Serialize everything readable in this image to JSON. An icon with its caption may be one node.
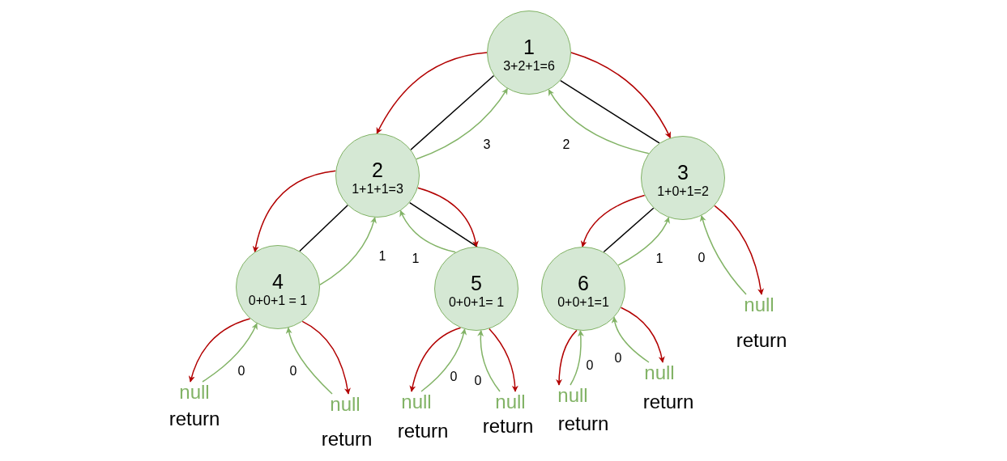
{
  "diagram": {
    "nodes": [
      {
        "text": [
          "1",
          "3+2+1=6"
        ]
      },
      {
        "text": [
          "2",
          "1+1+1=3"
        ]
      },
      {
        "text": [
          "3",
          "1+0+1=2"
        ]
      },
      {
        "text": [
          "4",
          "0+0+1 = 1"
        ]
      },
      {
        "text": [
          "5",
          "0+0+1= 1"
        ]
      },
      {
        "text": [
          "6",
          "0+0+1=1"
        ]
      },
      {
        "text": [
          "null"
        ],
        "beside": [
          "return"
        ]
      },
      {
        "text": [
          "null"
        ],
        "beside": [
          "return"
        ]
      },
      {
        "text": [
          "null"
        ],
        "beside": [
          "return"
        ]
      },
      {
        "text": [
          "null"
        ],
        "beside": [
          "return"
        ]
      },
      {
        "text": [
          "null"
        ],
        "beside": [
          "return"
        ]
      },
      {
        "text": [
          "null"
        ],
        "beside": [
          "return"
        ]
      },
      {
        "text": [
          "null"
        ],
        "beside": [
          "return"
        ]
      }
    ],
    "edges": [
      {
        "from": 0,
        "to": 1,
        "arrow": "none",
        "color": "#000000"
      },
      {
        "from": 0,
        "to": 2,
        "arrow": "none",
        "color": "#000000"
      },
      {
        "from": 1,
        "to": 3,
        "arrow": "none",
        "color": "#000000"
      },
      {
        "from": 1,
        "to": 4,
        "arrow": "none",
        "color": "#000000"
      },
      {
        "from": 2,
        "to": 5,
        "arrow": "none",
        "color": "#000000"
      },
      {
        "from": 0,
        "to": 1,
        "arrow": "to",
        "color": "#b20000"
      },
      {
        "from": 0,
        "to": 2,
        "arrow": "to",
        "color": "#b20000"
      },
      {
        "from": 1,
        "to": 3,
        "arrow": "to",
        "color": "#b20000"
      },
      {
        "from": 1,
        "to": 4,
        "arrow": "to",
        "color": "#b20000"
      },
      {
        "from": 2,
        "to": 5,
        "arrow": "to",
        "color": "#b20000"
      },
      {
        "from": 3,
        "to": 6,
        "arrow": "to",
        "color": "#b20000"
      },
      {
        "from": 3,
        "to": 7,
        "arrow": "to",
        "color": "#b20000"
      },
      {
        "from": 4,
        "to": 8,
        "arrow": "to",
        "color": "#b20000"
      },
      {
        "from": 4,
        "to": 9,
        "arrow": "to",
        "color": "#b20000"
      },
      {
        "from": 5,
        "to": 10,
        "arrow": "to",
        "color": "#b20000"
      },
      {
        "from": 5,
        "to": 11,
        "arrow": "to",
        "color": "#b20000"
      },
      {
        "from": 2,
        "to": 12,
        "arrow": "to",
        "color": "#b20000"
      },
      {
        "from": 1,
        "to": 0,
        "arrow": "to",
        "label": "3",
        "color": "#82b366"
      },
      {
        "from": 2,
        "to": 0,
        "arrow": "to",
        "label": "2",
        "color": "#82b366"
      },
      {
        "from": 3,
        "to": 1,
        "arrow": "to",
        "label": "1",
        "color": "#82b366"
      },
      {
        "from": 4,
        "to": 1,
        "arrow": "to",
        "label": "1",
        "color": "#82b366"
      },
      {
        "from": 5,
        "to": 2,
        "arrow": "to",
        "label": "1",
        "color": "#82b366"
      },
      {
        "from": 12,
        "to": 2,
        "arrow": "to",
        "label": "0",
        "color": "#82b366"
      },
      {
        "from": 6,
        "to": 3,
        "arrow": "to",
        "label": "0",
        "color": "#82b366"
      },
      {
        "from": 7,
        "to": 3,
        "arrow": "to",
        "label": "0",
        "color": "#82b366"
      },
      {
        "from": 8,
        "to": 4,
        "arrow": "to",
        "label": "0",
        "color": "#82b366"
      },
      {
        "from": 9,
        "to": 4,
        "arrow": "to",
        "label": "0",
        "color": "#82b366"
      },
      {
        "from": 10,
        "to": 5,
        "arrow": "to",
        "label": "0",
        "color": "#82b366"
      },
      {
        "from": 11,
        "to": 5,
        "arrow": "to",
        "label": "0",
        "color": "#82b366"
      }
    ]
  }
}
